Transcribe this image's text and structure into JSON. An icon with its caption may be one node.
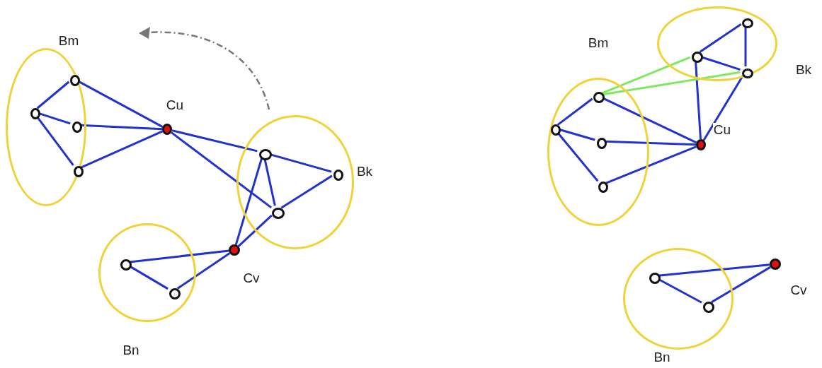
{
  "diagram": {
    "nodes": [
      {
        "text": [
          "Bm"
        ]
      },
      {
        "text": [],
        "shape": "circle",
        "in": 0
      },
      {
        "text": [],
        "shape": "circle",
        "in": 0
      },
      {
        "text": [],
        "shape": "circle",
        "in": 0
      },
      {
        "text": [],
        "shape": "circle",
        "in": 0
      },
      {
        "text": [
          "Cu"
        ]
      },
      {
        "text": [
          "Bk"
        ]
      },
      {
        "text": [],
        "shape": "circle",
        "in": 6
      },
      {
        "text": [],
        "shape": "circle",
        "in": 6
      },
      {
        "text": [],
        "shape": "circle",
        "in": 6
      },
      {
        "text": [
          "Cv"
        ]
      },
      {
        "text": [
          "Bn"
        ]
      },
      {
        "text": [],
        "shape": "circle",
        "in": 11
      },
      {
        "text": [],
        "shape": "circle",
        "in": 11
      },
      {
        "text": [
          "Bm"
        ]
      },
      {
        "text": [],
        "shape": "circle",
        "in": 14
      },
      {
        "text": [],
        "shape": "circle",
        "in": 14
      },
      {
        "text": [],
        "shape": "circle",
        "in": 14
      },
      {
        "text": [],
        "shape": "circle",
        "in": 14
      },
      {
        "text": [
          "Cu"
        ]
      },
      {
        "text": [
          "Bk"
        ]
      },
      {
        "text": [],
        "shape": "circle",
        "in": 20
      },
      {
        "text": [],
        "shape": "circle",
        "in": 20
      },
      {
        "text": [],
        "shape": "circle",
        "in": 20
      },
      {
        "text": [
          "Bn"
        ]
      },
      {
        "text": [],
        "shape": "circle",
        "in": 24
      },
      {
        "text": [],
        "shape": "circle",
        "in": 24
      },
      {
        "text": [
          "Cv"
        ]
      }
    ],
    "edges": [
      {
        "from": 2,
        "to": 1,
        "arrow": "none"
      },
      {
        "from": 1,
        "to": 5,
        "arrow": "none"
      },
      {
        "from": 2,
        "to": 3,
        "arrow": "none"
      },
      {
        "from": 3,
        "to": 5,
        "arrow": "none"
      },
      {
        "from": 2,
        "to": 4,
        "arrow": "none"
      },
      {
        "from": 4,
        "to": 5,
        "arrow": "none"
      },
      {
        "from": 5,
        "to": 7,
        "arrow": "none"
      },
      {
        "from": 5,
        "to": 9,
        "arrow": "none"
      },
      {
        "from": 7,
        "to": 8,
        "arrow": "none"
      },
      {
        "from": 7,
        "to": 9,
        "arrow": "none"
      },
      {
        "from": 9,
        "to": 8,
        "arrow": "none"
      },
      {
        "from": 7,
        "to": 10,
        "arrow": "none"
      },
      {
        "from": 9,
        "to": 10,
        "arrow": "none"
      },
      {
        "from": 12,
        "to": 10,
        "arrow": "none"
      },
      {
        "from": 12,
        "to": 13,
        "arrow": "none"
      },
      {
        "from": 13,
        "to": 10,
        "arrow": "none"
      },
      {
        "from": 16,
        "to": 15,
        "arrow": "none"
      },
      {
        "from": 15,
        "to": 19,
        "arrow": "none"
      },
      {
        "from": 16,
        "to": 17,
        "arrow": "none"
      },
      {
        "from": 17,
        "to": 19,
        "arrow": "none"
      },
      {
        "from": 16,
        "to": 18,
        "arrow": "none"
      },
      {
        "from": 18,
        "to": 19,
        "arrow": "none"
      },
      {
        "from": 21,
        "to": 22,
        "arrow": "none"
      },
      {
        "from": 22,
        "to": 23,
        "arrow": "none"
      },
      {
        "from": 21,
        "to": 23,
        "arrow": "none"
      },
      {
        "from": 21,
        "to": 19,
        "arrow": "none"
      },
      {
        "from": 23,
        "to": 19,
        "arrow": "none"
      },
      {
        "from": 15,
        "to": 21,
        "arrow": "none",
        "color": "#80e860"
      },
      {
        "from": 15,
        "to": 23,
        "arrow": "none",
        "color": "#80e860"
      },
      {
        "from": 25,
        "to": 27,
        "arrow": "none"
      },
      {
        "from": 25,
        "to": 26,
        "arrow": "none"
      },
      {
        "from": 26,
        "to": 27,
        "arrow": "none"
      }
    ]
  }
}
